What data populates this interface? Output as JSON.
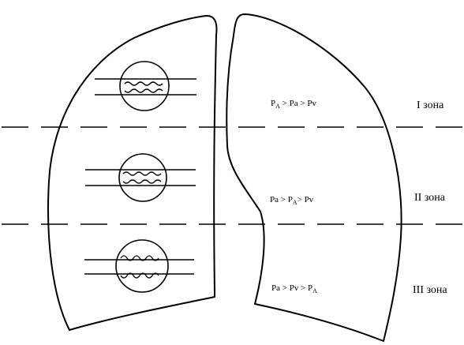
{
  "zones": [
    {
      "id": "zone-1",
      "label": "I зона",
      "formula": [
        {
          "t": "P"
        },
        {
          "s": "A"
        },
        {
          "t": " > Pa > Pv"
        }
      ]
    },
    {
      "id": "zone-2",
      "label": "II зона",
      "formula": [
        {
          "t": "Pa > P"
        },
        {
          "s": "A"
        },
        {
          "t": "> Pv"
        }
      ]
    },
    {
      "id": "zone-3",
      "label": "III зона",
      "formula": [
        {
          "t": "Pa > Pv > P"
        },
        {
          "s": "A"
        }
      ]
    }
  ]
}
